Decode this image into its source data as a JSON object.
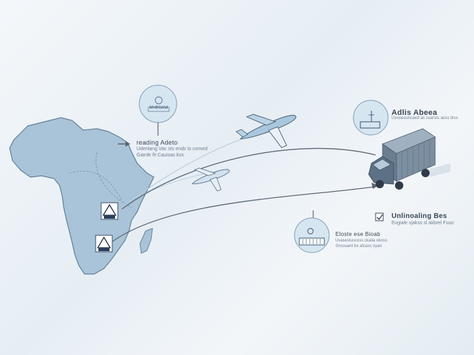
{
  "colors": {
    "continent": "#a9c4d8",
    "continent_stroke": "#5f7e98",
    "route": "#5b6673",
    "route_light": "#b7cfe0",
    "bubble": "#d6e6f1",
    "truck_box": "#7c8fa1",
    "truck_cab": "#5d7186",
    "plane": "#a9c7dc"
  },
  "callouts": {
    "left_pin": {
      "text": "Mrdhtstnd"
    },
    "left": {
      "title": "reading Adeto",
      "sub1": "Udenlang Vac sts ends ts corned",
      "sub2": "Giarde fit Cauisas kss"
    },
    "right_top": {
      "title": "Adlis Abeea",
      "sub1": "Usnoesuncaed as suarsts aoss tkss"
    },
    "right_mid": {
      "title": "Unlinoaling Bes",
      "sub1": "Evgiale vjakss sl akbrel Fuus"
    },
    "bottom": {
      "title": "Eloste ese Bioab",
      "sub1": "Uvasestuscoss ckalia okoss",
      "sub2": "Snsouant bs afcass oyan"
    }
  },
  "icons": [
    "africa-map",
    "airplane-icon",
    "truck-icon",
    "location-pin-icon",
    "warning-sign-icon",
    "package-icon",
    "checkbox-icon",
    "arrow-right-icon"
  ]
}
